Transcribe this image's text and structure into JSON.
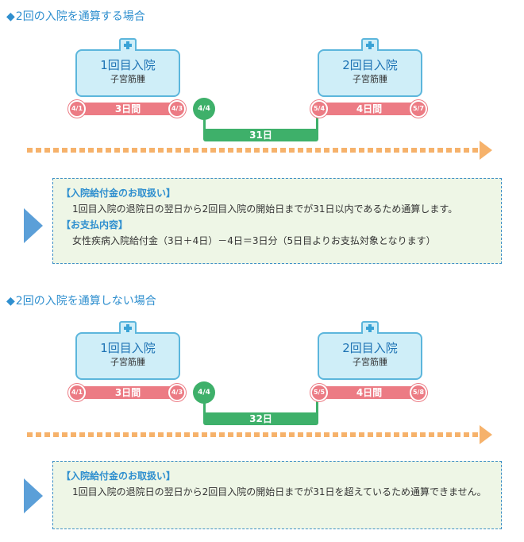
{
  "sections": [
    {
      "title": "2回の入院を通算する場合",
      "stay1": {
        "title": "1回目入院",
        "diagnosis": "子宮筋腫",
        "start": "4/1",
        "duration": "3日間",
        "end": "4/3"
      },
      "gap": {
        "start": "4/4",
        "days": "31日"
      },
      "stay2": {
        "title": "2回目入院",
        "diagnosis": "子宮筋腫",
        "start": "5/4",
        "duration": "4日間",
        "end": "5/7"
      },
      "info": {
        "head1": "【入院給付金のお取扱い】",
        "body1": "1回目入院の退院日の翌日から2回目入院の開始日までが31日以内であるため通算します。",
        "head2": "【お支払内容】",
        "body2": "女性疾病入院給付金（3日＋4日）－4日＝3日分（5日目よりお支払対象となります）"
      }
    },
    {
      "title": "2回の入院を通算しない場合",
      "stay1": {
        "title": "1回目入院",
        "diagnosis": "子宮筋腫",
        "start": "4/1",
        "duration": "3日間",
        "end": "4/3"
      },
      "gap": {
        "start": "4/4",
        "days": "32日"
      },
      "stay2": {
        "title": "2回目入院",
        "diagnosis": "子宮筋腫",
        "start": "5/5",
        "duration": "4日間",
        "end": "5/8"
      },
      "info": {
        "head1": "【入院給付金のお取扱い】",
        "body1": "1回目入院の退院日の翌日から2回目入院の開始日までが31日を超えているため通算できません。"
      }
    }
  ],
  "colors": {
    "title": "#2f8fcf",
    "pink": "#ec7b84",
    "green": "#3eb06a",
    "orange": "#f6b26b",
    "box": "#eef6e6"
  }
}
